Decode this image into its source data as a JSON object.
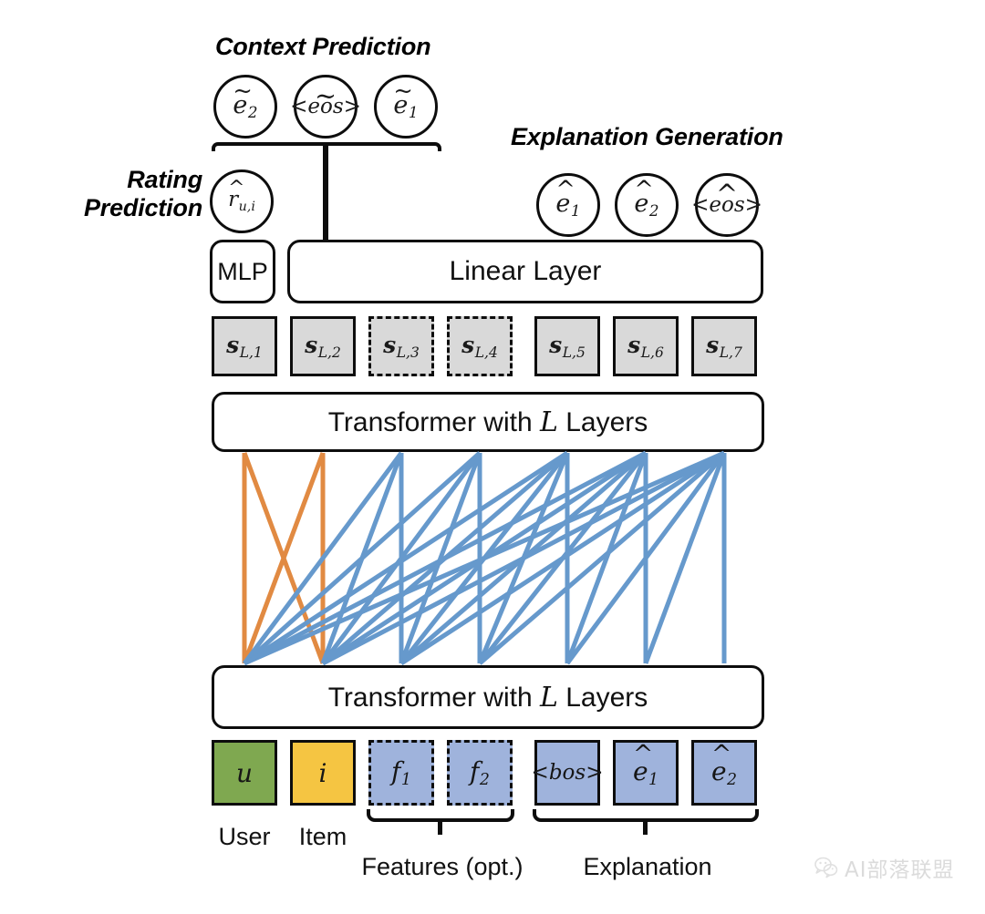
{
  "figure": {
    "title_context": "Context Prediction",
    "title_explanation": "Explanation Generation",
    "title_rating_line1": "Rating",
    "title_rating_line2": "Prediction"
  },
  "colors": {
    "orange_attention": "#E18A42",
    "blue_attention": "#6699CC",
    "state_box_fill": "#D9D9D9",
    "user_box_fill": "#7FA850",
    "item_box_fill": "#F5C542",
    "token_box_fill": "#9FB3DC",
    "stroke": "#0D0D0D"
  },
  "context_prediction": {
    "tokens": [
      {
        "id": "e-tilde-2",
        "base": "e",
        "accent": "~",
        "sub": "2"
      },
      {
        "id": "eos-tilde",
        "base": "<eos>",
        "accent": "~",
        "sub": ""
      },
      {
        "id": "e-tilde-1",
        "base": "e",
        "accent": "~",
        "sub": "1"
      }
    ]
  },
  "rating_prediction": {
    "token": {
      "id": "r-hat-ui",
      "base": "r",
      "accent": "^",
      "sub": "u,i"
    },
    "module_label": "MLP"
  },
  "explanation_generation": {
    "tokens": [
      {
        "id": "e-hat-1",
        "base": "e",
        "accent": "^",
        "sub": "1"
      },
      {
        "id": "e-hat-2",
        "base": "e",
        "accent": "^",
        "sub": "2"
      },
      {
        "id": "eos-hat",
        "base": "<eos>",
        "accent": "^",
        "sub": ""
      }
    ]
  },
  "linear_layer": {
    "label": "Linear Layer"
  },
  "transformer_upper": {
    "label_pre": "Transformer with ",
    "label_var": "L",
    "label_post": " Layers"
  },
  "transformer_lower": {
    "label_pre": "Transformer with ",
    "label_var": "L",
    "label_post": " Layers"
  },
  "state_boxes": [
    {
      "id": "s-L-1",
      "symbol": "s",
      "sub": "L,1",
      "dashed": false
    },
    {
      "id": "s-L-2",
      "symbol": "s",
      "sub": "L,2",
      "dashed": false
    },
    {
      "id": "s-L-3",
      "symbol": "s",
      "sub": "L,3",
      "dashed": true
    },
    {
      "id": "s-L-4",
      "symbol": "s",
      "sub": "L,4",
      "dashed": true
    },
    {
      "id": "s-L-5",
      "symbol": "s",
      "sub": "L,5",
      "dashed": false
    },
    {
      "id": "s-L-6",
      "symbol": "s",
      "sub": "L,6",
      "dashed": false
    },
    {
      "id": "s-L-7",
      "symbol": "s",
      "sub": "L,7",
      "dashed": false
    }
  ],
  "input_boxes": [
    {
      "id": "input-user",
      "text": "u",
      "sub": "",
      "fill": "#7FA850",
      "dashed": false,
      "italic": true
    },
    {
      "id": "input-item",
      "text": "i",
      "sub": "",
      "fill": "#F5C542",
      "dashed": false,
      "italic": true
    },
    {
      "id": "input-f1",
      "text": "f",
      "sub": "1",
      "fill": "#9FB3DC",
      "dashed": true,
      "italic": true
    },
    {
      "id": "input-f2",
      "text": "f",
      "sub": "2",
      "fill": "#9FB3DC",
      "dashed": true,
      "italic": true
    },
    {
      "id": "input-bos",
      "text": "<bos>",
      "sub": "",
      "fill": "#9FB3DC",
      "dashed": false,
      "italic": true
    },
    {
      "id": "input-e1",
      "text": "e",
      "sub": "1",
      "fill": "#9FB3DC",
      "dashed": false,
      "italic": true,
      "accent": "^"
    },
    {
      "id": "input-e2",
      "text": "e",
      "sub": "2",
      "fill": "#9FB3DC",
      "dashed": false,
      "italic": true,
      "accent": "^"
    }
  ],
  "captions": {
    "user": "User",
    "item": "Item",
    "features": "Features (opt.)",
    "explanation": "Explanation"
  },
  "watermark": {
    "icon": "wechat-icon",
    "text": "AI部落联盟"
  }
}
